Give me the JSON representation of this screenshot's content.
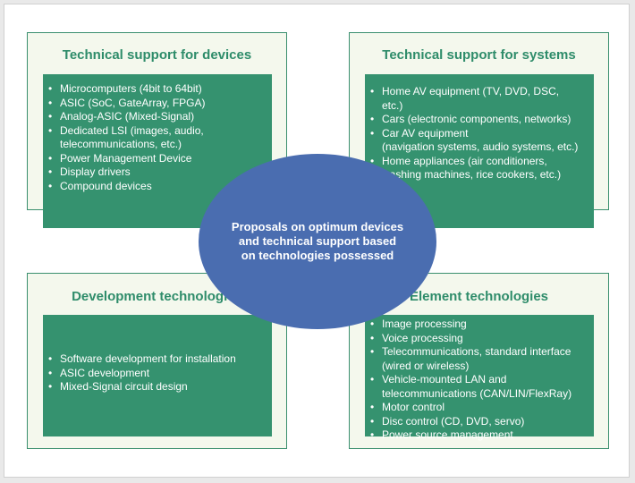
{
  "center": {
    "lines": [
      "Proposals on optimum devices",
      "and technical support based",
      "on technologies possessed"
    ]
  },
  "panels": {
    "devices": {
      "title": "Technical support for devices",
      "items": [
        [
          "Microcomputers (4bit to 64bit)"
        ],
        [
          "ASIC (SoC, GateArray, FPGA)"
        ],
        [
          "Analog-ASIC (Mixed-Signal)"
        ],
        [
          "Dedicated LSI (images, audio,",
          "telecommunications, etc.)"
        ],
        [
          "Power Management Device"
        ],
        [
          "Display drivers"
        ],
        [
          "Compound devices"
        ]
      ]
    },
    "systems": {
      "title": "Technical support for systems",
      "items": [
        [
          "Home AV equipment (TV, DVD, DSC,",
          "etc.)"
        ],
        [
          "Cars (electronic components, networks)"
        ],
        [
          "Car AV equipment",
          "(navigation systems, audio systems, etc.)"
        ],
        [
          "Home appliances (air conditioners,",
          "washing machines, rice cookers, etc.)"
        ]
      ]
    },
    "development": {
      "title": "Development technologies",
      "items": [
        [
          "Software development for installation"
        ],
        [
          "ASIC development"
        ],
        [
          "Mixed-Signal circuit design"
        ]
      ]
    },
    "element": {
      "title": "Element technologies",
      "items": [
        [
          "Image processing"
        ],
        [
          "Voice processing"
        ],
        [
          "Telecommunications, standard interface",
          "(wired or wireless)"
        ],
        [
          "Vehicle-mounted LAN and",
          "telecommunications (CAN/LIN/FlexRay)"
        ],
        [
          "Motor control"
        ],
        [
          "Disc control (CD, DVD, servo)"
        ],
        [
          "Power source management"
        ]
      ]
    }
  }
}
